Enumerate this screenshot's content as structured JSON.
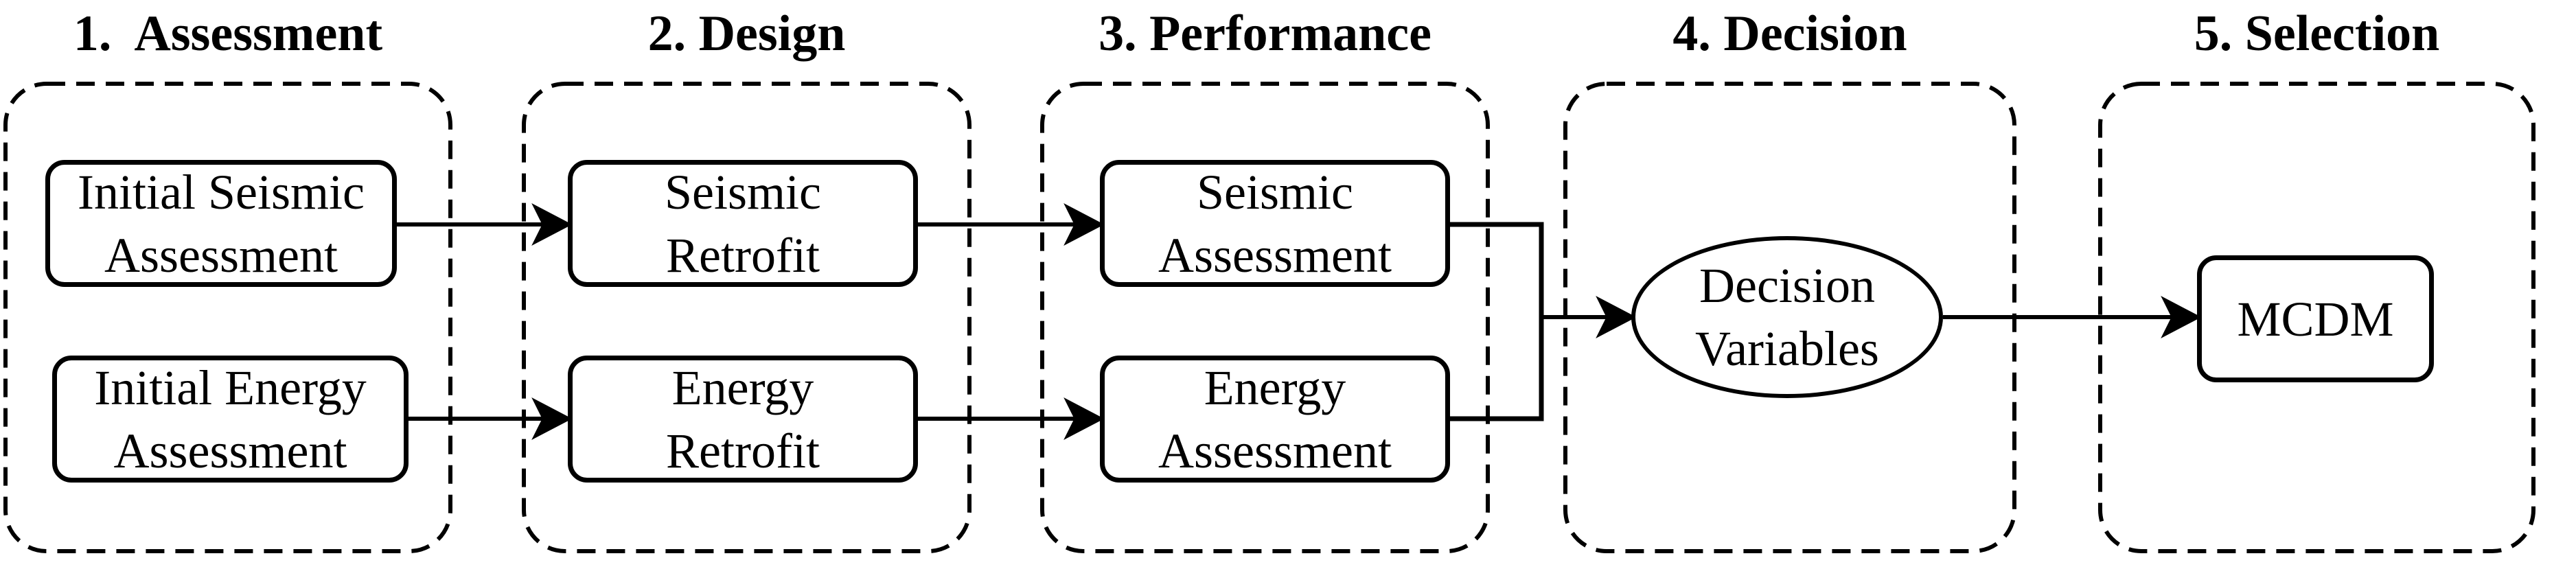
{
  "page": {
    "background_color": "#ffffff",
    "line_color": "#000000"
  },
  "diagram": {
    "stages": [
      {
        "id": "assessment",
        "title": "1.  Assessment"
      },
      {
        "id": "design",
        "title": "2. Design"
      },
      {
        "id": "performance",
        "title": "3. Performance"
      },
      {
        "id": "decision",
        "title": "4. Decision"
      },
      {
        "id": "selection",
        "title": "5. Selection"
      }
    ],
    "nodes": {
      "initial_seismic_assessment": {
        "label": "Initial Seismic\nAssessment",
        "shape": "rounded-rect",
        "stage": "assessment"
      },
      "initial_energy_assessment": {
        "label": "Initial Energy\nAssessment",
        "shape": "rounded-rect",
        "stage": "assessment"
      },
      "seismic_retrofit": {
        "label": "Seismic\nRetrofit",
        "shape": "rounded-rect",
        "stage": "design"
      },
      "energy_retrofit": {
        "label": "Energy\nRetrofit",
        "shape": "rounded-rect",
        "stage": "design"
      },
      "seismic_assessment": {
        "label": "Seismic\nAssessment",
        "shape": "rounded-rect",
        "stage": "performance"
      },
      "energy_assessment": {
        "label": "Energy\nAssessment",
        "shape": "rounded-rect",
        "stage": "performance"
      },
      "decision_variables": {
        "label": "Decision\nVariables",
        "shape": "ellipse",
        "stage": "decision"
      },
      "mcdm": {
        "label": "MCDM",
        "shape": "rounded-rect",
        "stage": "selection"
      }
    },
    "connections": [
      {
        "from": "initial_seismic_assessment",
        "to": "seismic_retrofit"
      },
      {
        "from": "initial_energy_assessment",
        "to": "energy_retrofit"
      },
      {
        "from": "seismic_retrofit",
        "to": "seismic_assessment"
      },
      {
        "from": "energy_retrofit",
        "to": "energy_assessment"
      },
      {
        "from": "seismic_assessment",
        "to": "decision_variables",
        "via": "merge-junction"
      },
      {
        "from": "energy_assessment",
        "to": "decision_variables",
        "via": "merge-junction"
      },
      {
        "from": "decision_variables",
        "to": "mcdm"
      }
    ]
  }
}
